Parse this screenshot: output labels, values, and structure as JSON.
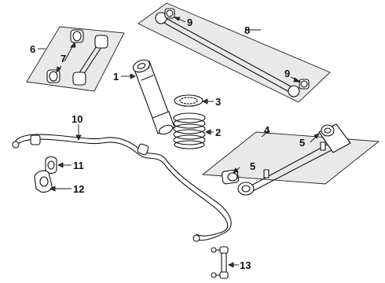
{
  "diagram": {
    "callouts": {
      "c1": "1",
      "c2": "2",
      "c3": "3",
      "c4": "4",
      "c5a": "5",
      "c5b": "5",
      "c6": "6",
      "c7": "7",
      "c8": "8",
      "c9a": "9",
      "c9b": "9",
      "c10": "10",
      "c11": "11",
      "c12": "12",
      "c13": "13"
    },
    "parts": [
      {
        "ref": "1",
        "name": "shock-absorber"
      },
      {
        "ref": "2",
        "name": "coil-spring"
      },
      {
        "ref": "3",
        "name": "spring-insulator"
      },
      {
        "ref": "4",
        "name": "lower-control-arm-panel"
      },
      {
        "ref": "5",
        "name": "control-arm-bushing"
      },
      {
        "ref": "6",
        "name": "upper-link-panel"
      },
      {
        "ref": "7",
        "name": "upper-link-bushing"
      },
      {
        "ref": "8",
        "name": "track-bar-panel"
      },
      {
        "ref": "9",
        "name": "track-bar-bushing"
      },
      {
        "ref": "10",
        "name": "stabilizer-bar"
      },
      {
        "ref": "11",
        "name": "stabilizer-bushing"
      },
      {
        "ref": "12",
        "name": "stabilizer-bracket"
      },
      {
        "ref": "13",
        "name": "stabilizer-link"
      }
    ],
    "colors": {
      "line": "#111111",
      "panel": "#e9e9e9",
      "background": "#ffffff"
    }
  }
}
